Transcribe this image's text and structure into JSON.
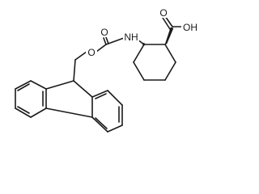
{
  "atoms": {
    "carbonyl_O": "O",
    "ester_O": "O",
    "amide_N": "NH",
    "acid_O": "O",
    "acid_OH": "OH"
  }
}
